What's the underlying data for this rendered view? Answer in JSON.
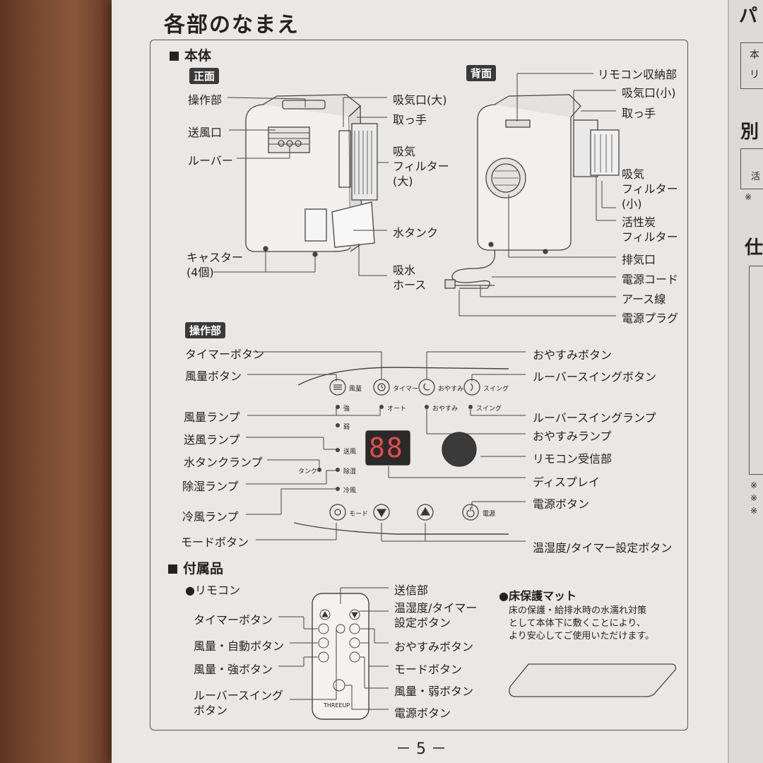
{
  "page": {
    "title": "各部のなまえ",
    "page_number": "－ 5 －"
  },
  "body_section": {
    "heading": "本体",
    "front_tag": "正面",
    "back_tag": "背面",
    "front_labels": {
      "control_panel": "操作部",
      "air_outlet": "送風口",
      "louver": "ルーバー",
      "caster": "キャスター\n(4個)",
      "intake_large": "吸気口(大)",
      "handle": "取っ手",
      "filter_large": "吸気\nフィルター\n(大)",
      "water_tank": "水タンク",
      "drain_hose": "吸水\nホース"
    },
    "back_labels": {
      "remote_storage": "リモコン収納部",
      "intake_small": "吸気口(小)",
      "handle": "取っ手",
      "filter_small": "吸気\nフィルター\n(小)",
      "carbon_filter": "活性炭\nフィルター",
      "exhaust": "排気口",
      "power_cord": "電源コード",
      "ground_wire": "アース線",
      "power_plug": "電源プラグ"
    }
  },
  "panel_section": {
    "tag": "操作部",
    "left_labels": {
      "timer_button": "タイマーボタン",
      "fan_button": "風量ボタン",
      "fan_lamp": "風量ランプ",
      "blow_lamp": "送風ランプ",
      "tank_lamp": "水タンクランプ",
      "dehumid_lamp": "除湿ランプ",
      "cool_lamp": "冷風ランプ",
      "mode_button": "モードボタン"
    },
    "right_labels": {
      "sleep_button": "おやすみボタン",
      "swing_button": "ルーバースイングボタン",
      "swing_lamp": "ルーバースイングランプ",
      "sleep_lamp": "おやすみランプ",
      "receiver": "リモコン受信部",
      "display": "ディスプレイ",
      "power_button": "電源ボタン",
      "set_button": "温湿度/タイマー設定ボタン"
    },
    "panel_text": {
      "fan": "風量",
      "timer": "タイマー",
      "sleep": "おやすみ",
      "swing": "スイング",
      "strong": "強",
      "auto": "オート",
      "sleep_lamp": "おやすみ",
      "swing_lamp": "スイング",
      "weak": "弱",
      "blow": "送風",
      "tank": "タンク",
      "dehumid": "除湿",
      "cool": "冷風",
      "mode": "モード",
      "power": "電源",
      "display_digits": "88"
    }
  },
  "accessory_section": {
    "heading": "付属品",
    "remote_title": "●リモコン",
    "remote_labels": {
      "transmitter": "送信部",
      "set_button": "温湿度/タイマー\n設定ボタン",
      "timer_button": "タイマーボタン",
      "fan_auto": "風量・自動ボタン",
      "fan_strong": "風量・強ボタン",
      "swing_button": "ルーバースイング\nボタン",
      "sleep_button": "おやすみボタン",
      "mode_button": "モードボタン",
      "fan_weak": "風量・弱ボタン",
      "power_button": "電源ボタン"
    },
    "remote_brand": "THREEUP",
    "mat_title": "●床保護マット",
    "mat_desc": "床の保護・給排水時の水濡れ対策\nとして本体下に敷くことにより、\nより安心してご使用いただけます。"
  },
  "next_page": {
    "t1": "パ",
    "t2": "別",
    "t3": "仕",
    "r1": "本",
    "r2": "リ",
    "r3": "活",
    "n1": "※",
    "n2": "※",
    "n3": "※",
    "n4": "※"
  }
}
